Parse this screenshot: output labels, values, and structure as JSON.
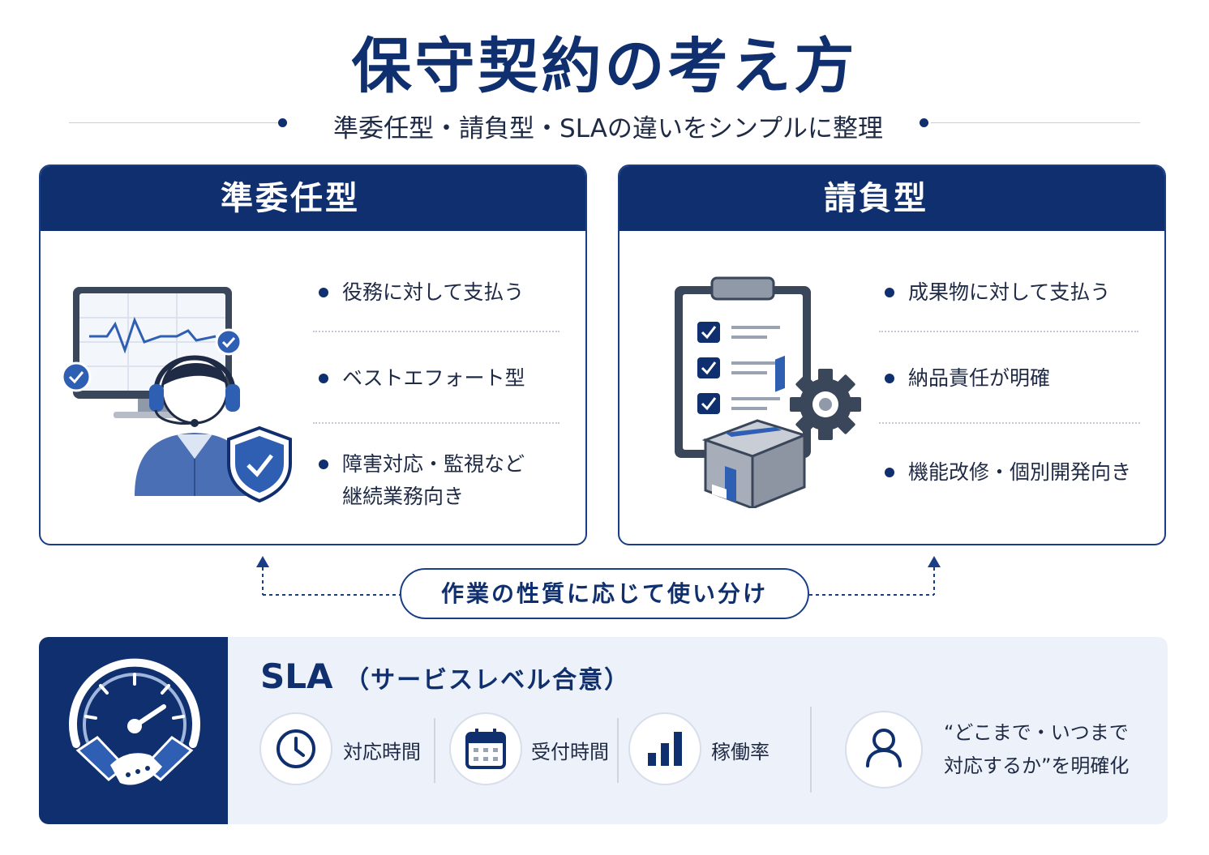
{
  "title": "保守契約の考え方",
  "subtitle": "準委任型・請負型・SLAの違いをシンプルに整理",
  "cards": [
    {
      "title": "準委任型",
      "items": [
        "役務に対して支払う",
        "ベストエフォート型",
        "障害対応・監視など",
        "継続業務向き"
      ]
    },
    {
      "title": "請負型",
      "items": [
        "成果物に対して支払う",
        "納品責任が明確",
        "機能改修・個別開発向き"
      ]
    }
  ],
  "connector": {
    "label": "作業の性質に応じて使い分け"
  },
  "sla": {
    "title": "SLA",
    "title_sub": "（サービスレベル合意）",
    "metrics": [
      {
        "label": "対応時間",
        "icon": "clock-icon"
      },
      {
        "label": "受付時間",
        "icon": "calendar-icon"
      },
      {
        "label": "稼働率",
        "icon": "bar-chart-icon"
      }
    ],
    "note_line1": "“どこまで・いつまで",
    "note_line2": "対応するか”を明確化",
    "note_icon": "person-icon"
  },
  "colors": {
    "navy": "#0f2f6e",
    "accent_blue": "#2f5fb3",
    "panel_bg": "#edf1f9"
  }
}
